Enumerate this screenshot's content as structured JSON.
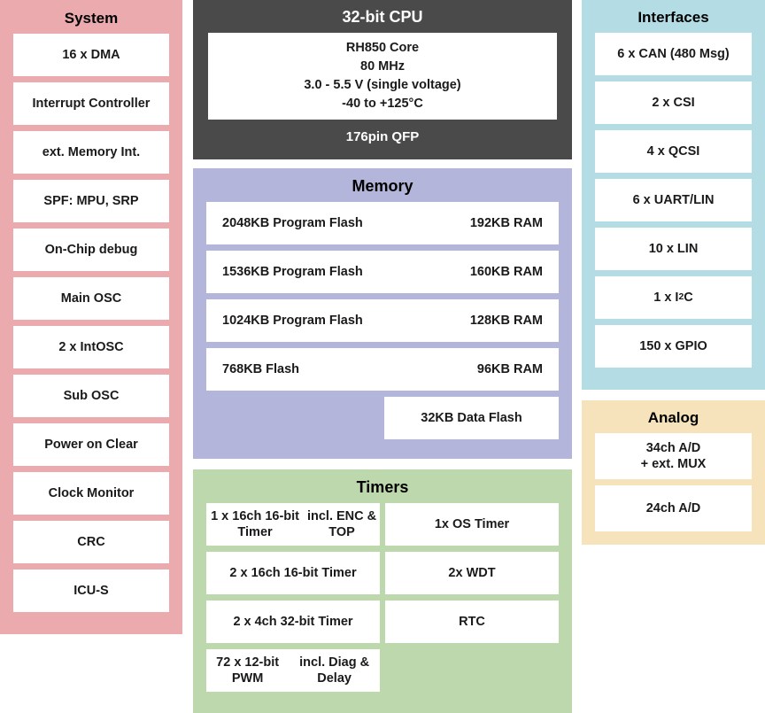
{
  "diagram": {
    "title": "RH850 MCU Block Diagram",
    "colors": {
      "system": "#EBAAAE",
      "cpu": "#4A4A4A",
      "memory": "#B4B5DA",
      "timers": "#BCD8AC",
      "interfaces": "#B3DCE5",
      "analog": "#F6E2BB",
      "cell": "#ffffff",
      "text": "#1a1a1a"
    }
  },
  "system": {
    "title": "System",
    "items": [
      {
        "label": "16 x DMA"
      },
      {
        "label": "Interrupt Controller"
      },
      {
        "label": "ext. Memory Int."
      },
      {
        "label": "SPF: MPU, SRP"
      },
      {
        "label": "On-Chip debug"
      },
      {
        "label": "Main OSC"
      },
      {
        "label": "2 x IntOSC"
      },
      {
        "label": "Sub OSC"
      },
      {
        "label": "Power on Clear"
      },
      {
        "label": "Clock Monitor"
      },
      {
        "label": "CRC"
      },
      {
        "label": "ICU-S"
      }
    ]
  },
  "cpu": {
    "title": "32-bit CPU",
    "core_lines": [
      "RH850 Core",
      "80 MHz",
      "3.0 - 5.5 V (single voltage)",
      "-40 to +125°C"
    ],
    "package": "176pin QFP"
  },
  "memory": {
    "title": "Memory",
    "rows": [
      {
        "left": "2048KB Program Flash",
        "right": "192KB RAM"
      },
      {
        "left": "1536KB Program Flash",
        "right": "160KB RAM"
      },
      {
        "left": "1024KB Program Flash",
        "right": "128KB RAM"
      },
      {
        "left": "768KB Flash",
        "right": "96KB RAM"
      }
    ],
    "data_flash": "32KB Data Flash"
  },
  "timers": {
    "title": "Timers",
    "cells": [
      {
        "label": "1 x 16ch 16-bit Timer\nincl. ENC & TOP",
        "column": "left"
      },
      {
        "label": "1x OS Timer",
        "column": "right"
      },
      {
        "label": "2 x 16ch 16-bit Timer",
        "column": "left"
      },
      {
        "label": "2x WDT",
        "column": "right"
      },
      {
        "label": "2 x 4ch 32-bit Timer",
        "column": "left"
      },
      {
        "label": "RTC",
        "column": "right"
      },
      {
        "label": "72 x 12-bit PWM\nincl. Diag & Delay",
        "column": "left"
      }
    ]
  },
  "interfaces": {
    "title": "Interfaces",
    "items": [
      {
        "label": "6 x CAN (480 Msg)"
      },
      {
        "label": "2 x CSI"
      },
      {
        "label": "4 x QCSI"
      },
      {
        "label": "6 x UART/LIN"
      },
      {
        "label": "10 x LIN"
      },
      {
        "label": "1 x I2C",
        "html": "1 x I<sup>2</sup>C"
      },
      {
        "label": "150 x GPIO"
      }
    ]
  },
  "analog": {
    "title": "Analog",
    "items": [
      {
        "label": "34ch A/D\n+ ext. MUX"
      },
      {
        "label": "24ch A/D"
      }
    ]
  }
}
